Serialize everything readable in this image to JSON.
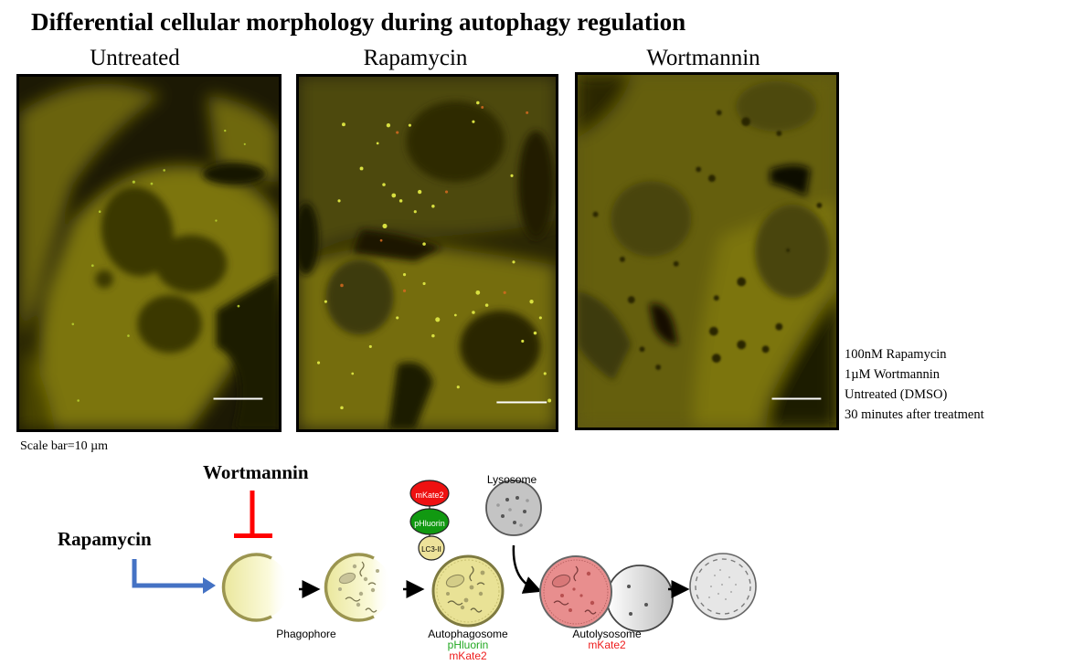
{
  "figure": {
    "title": "Differential cellular morphology during autophagy regulation",
    "panels": [
      {
        "label": "Untreated",
        "scale_bar": true
      },
      {
        "label": "Rapamycin",
        "scale_bar": true
      },
      {
        "label": "Wortmannin",
        "scale_bar": true
      }
    ],
    "conditions": [
      "100nM Rapamycin",
      "1µM Wortmannin",
      "Untreated (DMSO)",
      "30 minutes after treatment"
    ],
    "scale_note": "Scale bar=10 µm",
    "colors": {
      "micrograph_tint": "#8a8410",
      "activator_arrow": "#4472c4",
      "inhibitor": "#ff0000",
      "pHluorin": "#22a822",
      "mKate2": "#ee1c1c"
    }
  },
  "diagram": {
    "activator": "Rapamycin",
    "inhibitor": "Wortmannin",
    "stages": [
      {
        "name": "Phagophore",
        "markers": []
      },
      {
        "name": "Autophagosome",
        "markers": [
          "pHluorin",
          "mKate2"
        ]
      },
      {
        "name": "Autolysosome",
        "markers": [
          "mKate2"
        ]
      }
    ],
    "lysosome_label": "Lysosome",
    "reporter_construct": [
      "mKate2",
      "pHluorin",
      "LC3-II"
    ]
  }
}
